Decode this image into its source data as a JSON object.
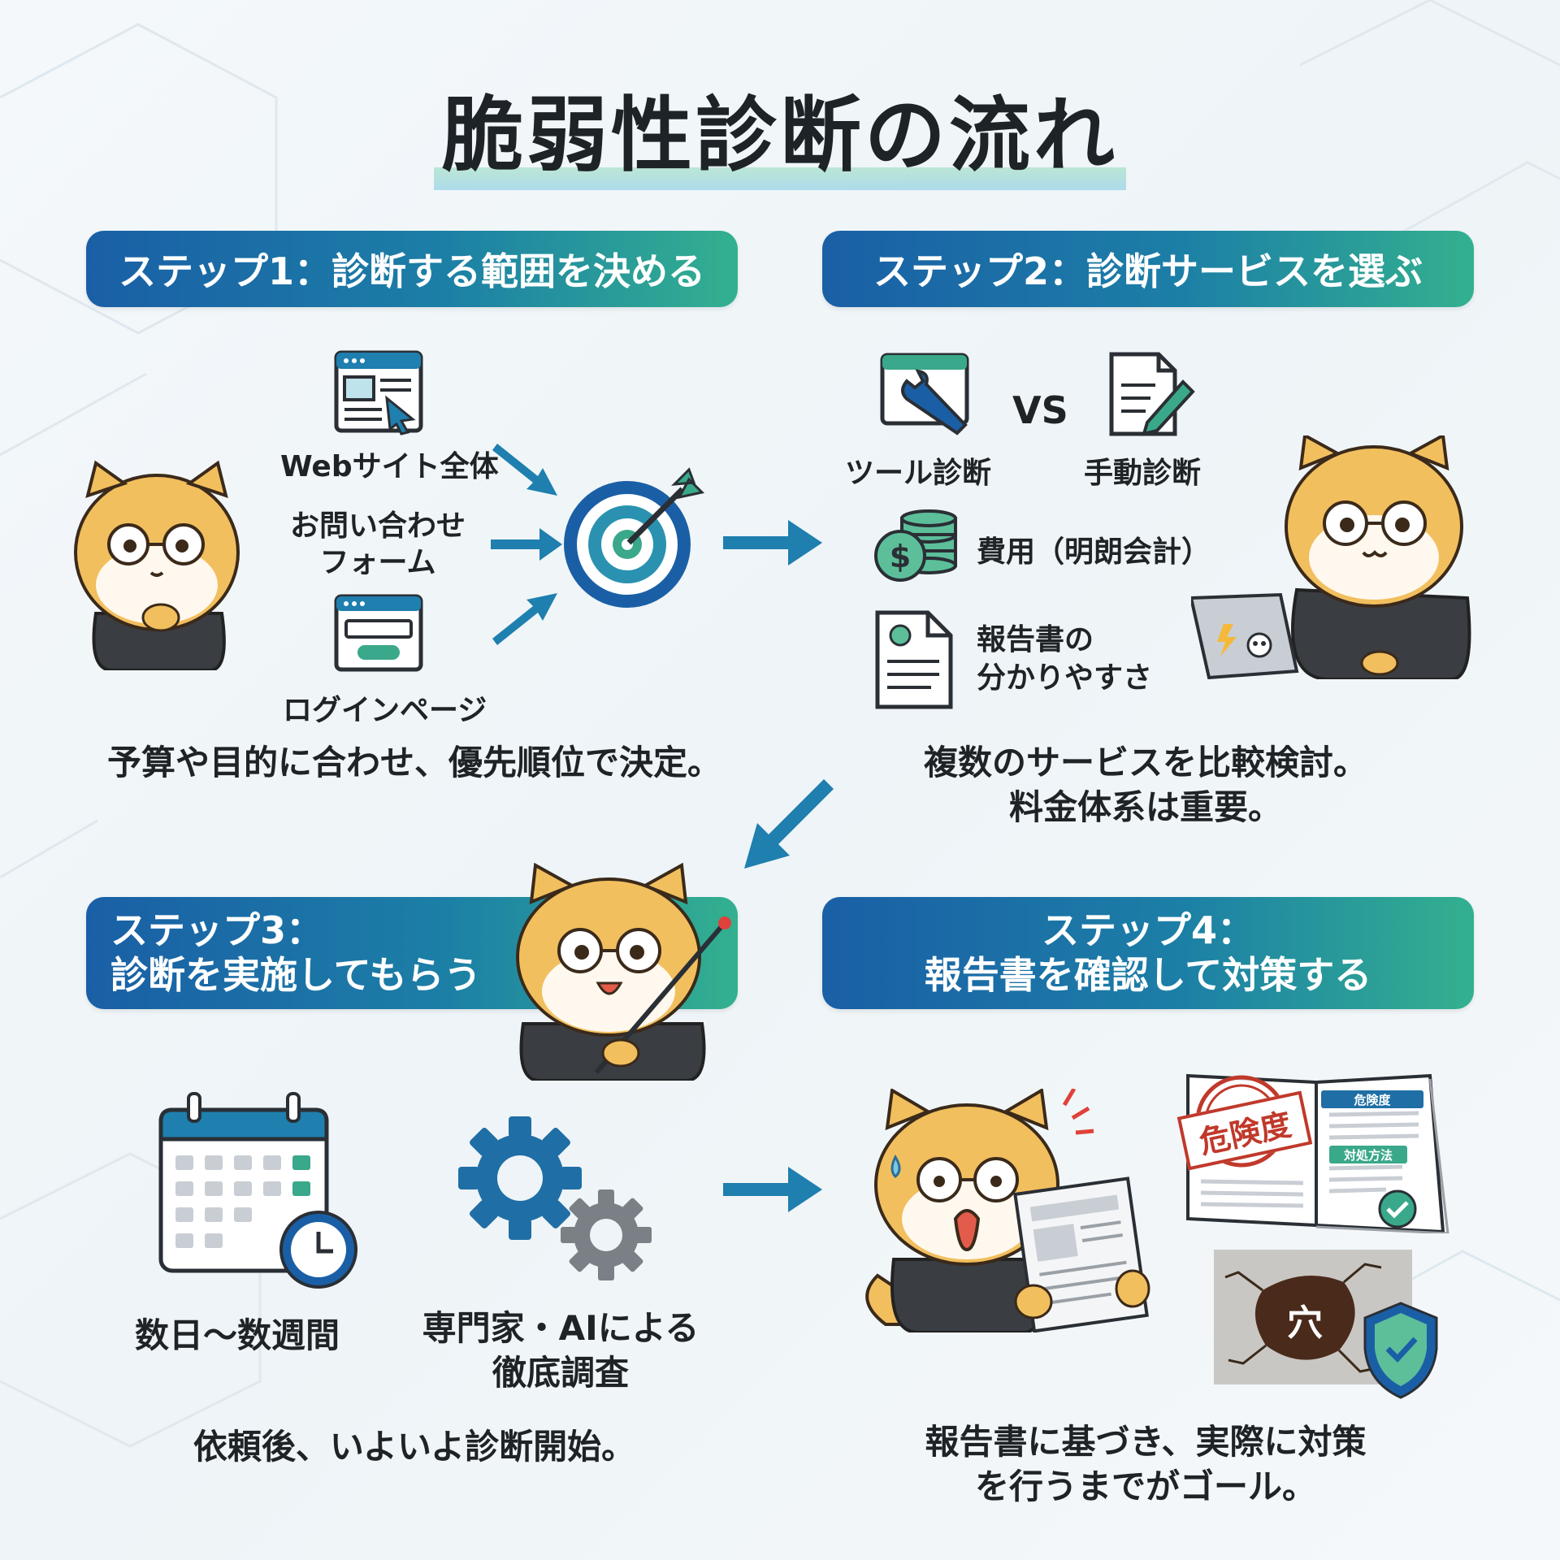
{
  "title": "脆弱性診断の流れ",
  "steps": [
    {
      "heading": "ステップ1：診断する範囲を決める",
      "targets": [
        "Webサイト全体",
        "お問い合わせ\nフォーム",
        "ログインページ"
      ],
      "description": "予算や目的に合わせ、優先順位で決定。"
    },
    {
      "heading": "ステップ2：診断サービスを選ぶ",
      "tool_label": "ツール診断",
      "vs_label": "VS",
      "manual_label": "手動診断",
      "cost_label": "費用（明朗会計）",
      "report_label": "報告書の\n分かりやすさ",
      "description": "複数のサービスを比較検討。\n料金体系は重要。"
    },
    {
      "heading_line1": "ステップ3：",
      "heading_line2": "診断を実施してもらう",
      "period_label": "数日〜数週間",
      "expert_label": "専門家・AIによる\n徹底調査",
      "description": "依頼後、いよいよ診断開始。"
    },
    {
      "heading_line1": "ステップ4：",
      "heading_line2": "報告書を確認して対策する",
      "stamp_text": "危険度",
      "report_tab1": "危険度",
      "report_tab2": "対処方法",
      "hole_label": "穴",
      "description": "報告書に基づき、実際に対策\nを行うまでがゴール。"
    }
  ],
  "colors": {
    "banner_start": "#1a5fa6",
    "banner_end": "#33b08f",
    "arrow": "#1f7fae",
    "accent_green": "#3aa88a",
    "mascot_fur": "#f2bf5e"
  }
}
